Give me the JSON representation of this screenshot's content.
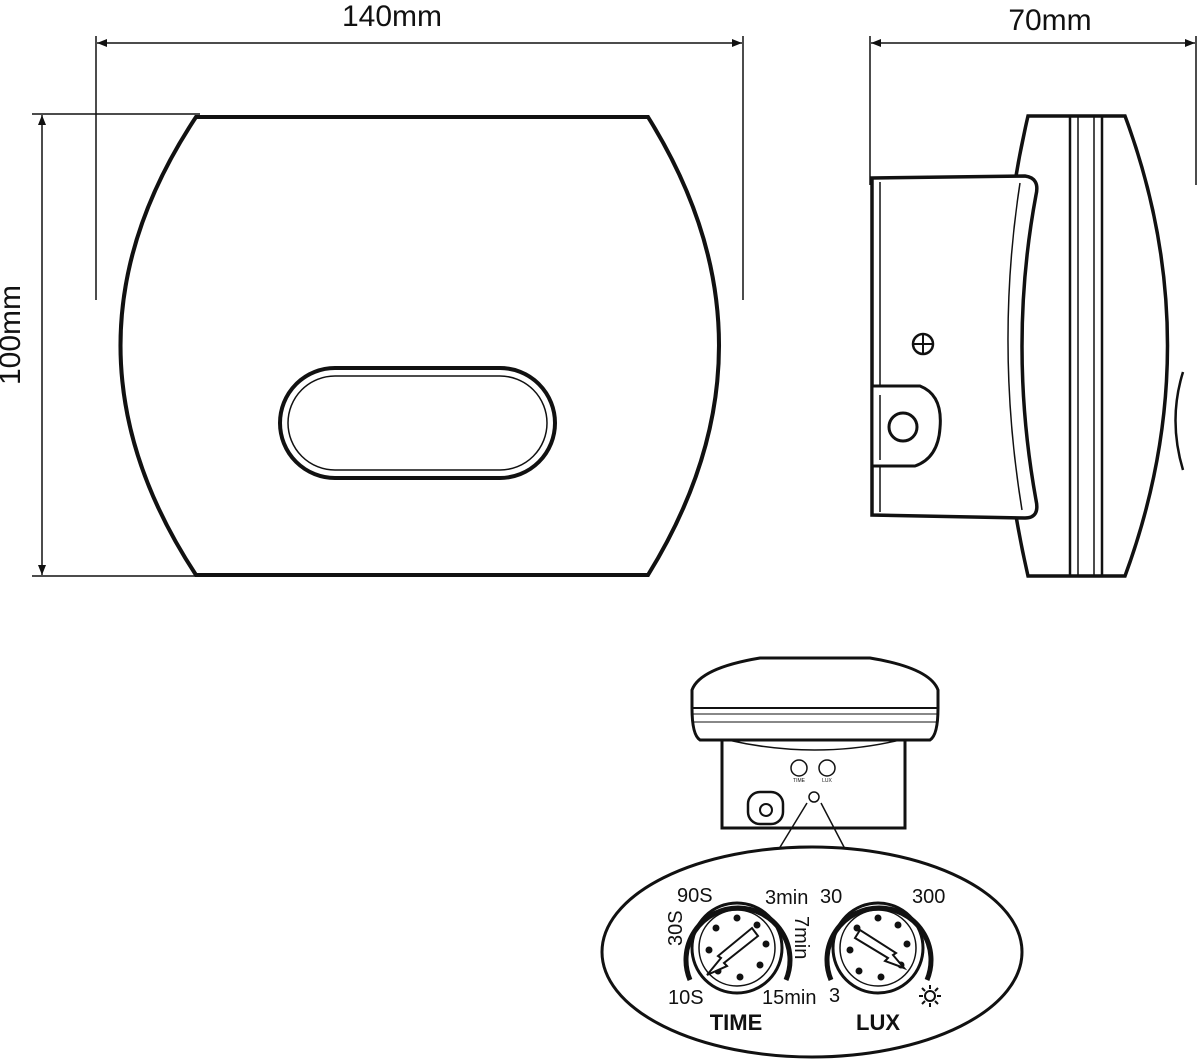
{
  "dimensions": {
    "width": "140mm",
    "height": "100mm",
    "depth": "70mm"
  },
  "time_dial": {
    "title": "TIME",
    "labels": [
      "10S",
      "30S",
      "90S",
      "3min",
      "7min",
      "15min"
    ]
  },
  "lux_dial": {
    "title": "LUX",
    "labels": [
      "3",
      "30",
      "300"
    ],
    "sun_symbol": "sun-icon"
  },
  "mini_labels": {
    "time": "TIME",
    "lux": "LUX"
  },
  "colors": {
    "line": "#111111",
    "background": "#ffffff"
  }
}
